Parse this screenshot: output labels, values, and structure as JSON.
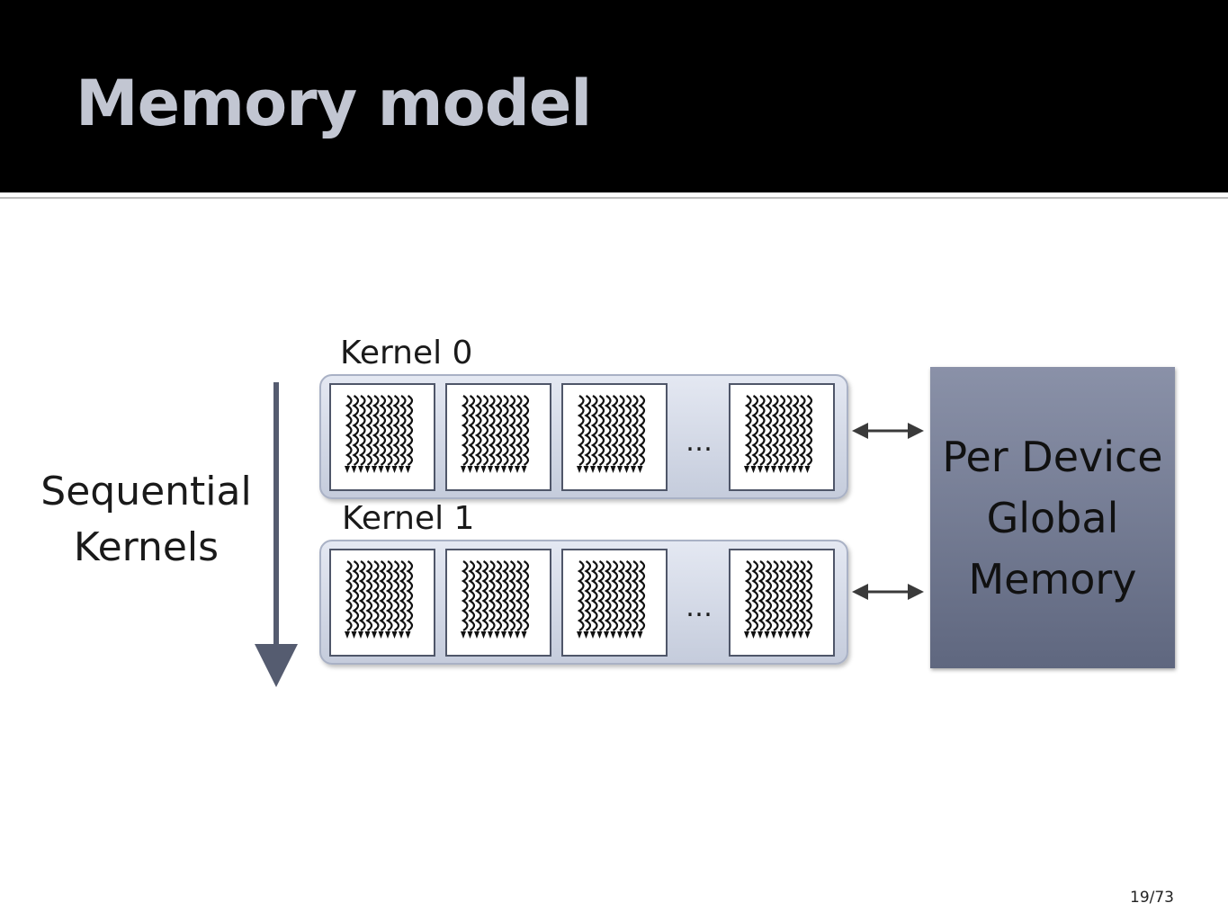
{
  "slide": {
    "title": "Memory model",
    "page_number": "19/73"
  },
  "sequential": {
    "line1": "Sequential",
    "line2": "Kernels"
  },
  "kernels": [
    {
      "label": "Kernel 0",
      "ellipsis": "…"
    },
    {
      "label": "Kernel 1",
      "ellipsis": "…"
    }
  ],
  "memory": {
    "line1": "Per Device",
    "line2": "Global",
    "line3": "Memory"
  },
  "colors": {
    "title_bar": "#000000",
    "title_text": "#c2c6d2",
    "memory_box": "#707890",
    "arrow": "#555c70"
  }
}
